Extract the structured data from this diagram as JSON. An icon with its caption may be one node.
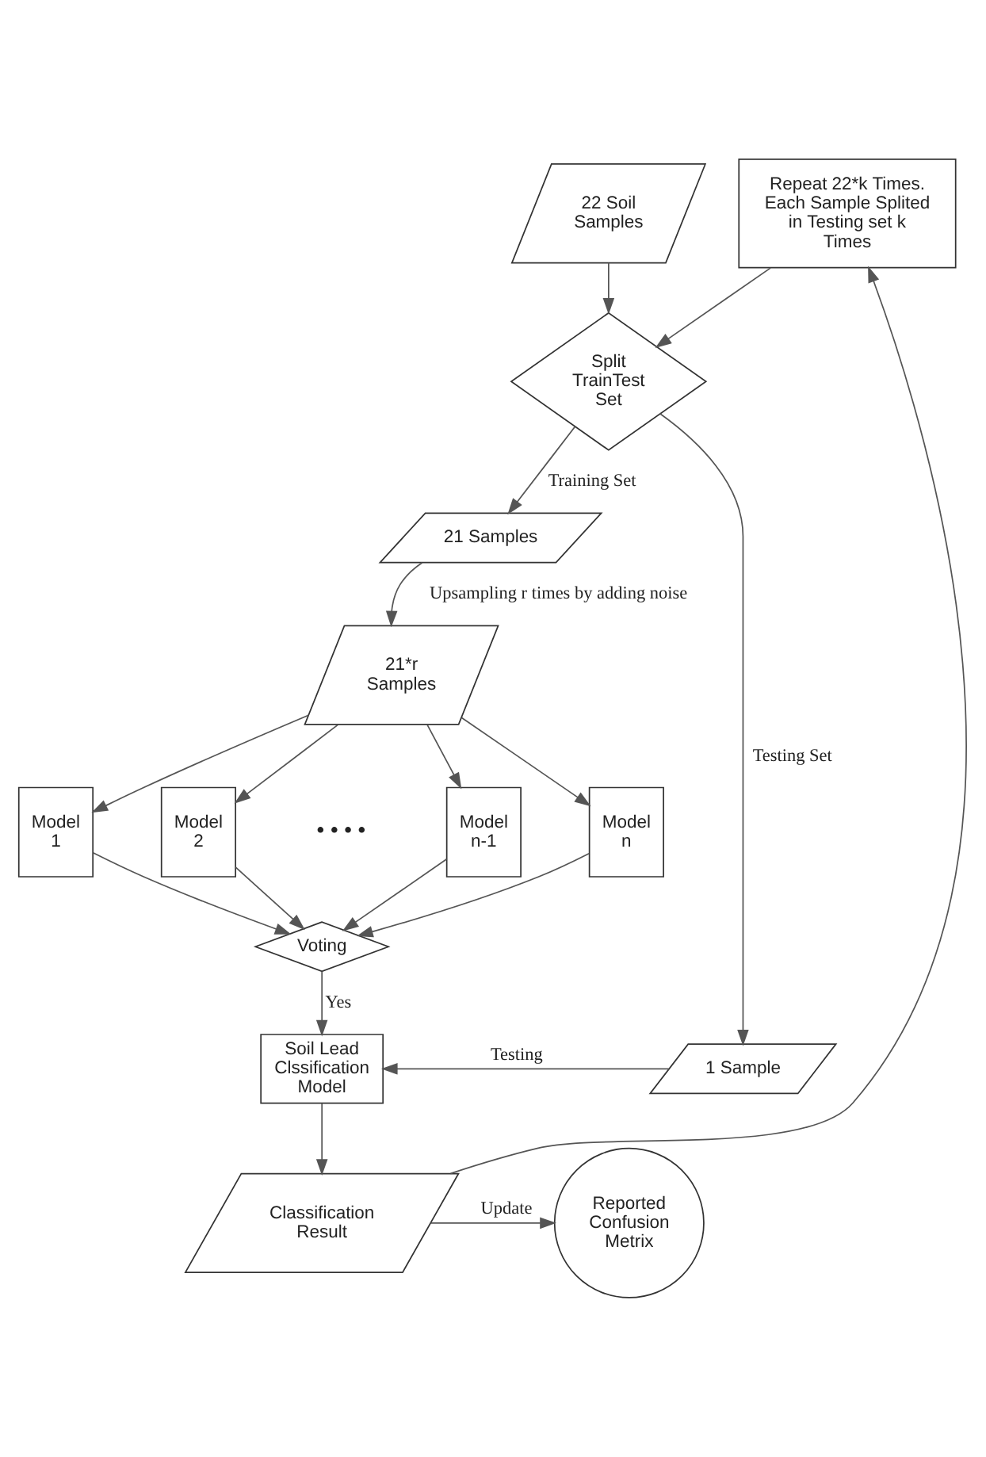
{
  "diagram": {
    "nodes": [
      {
        "text": [
          "22 Soil Samples"
        ]
      },
      {
        "text": [
          "Split TrainTest Set"
        ]
      },
      {
        "text": [
          "21 Samples"
        ]
      },
      {
        "text": [
          "21*r Samples"
        ]
      },
      {
        "text": [
          "Model 1"
        ]
      },
      {
        "text": [
          "Model 2"
        ]
      },
      {
        "text": [
          "Model n-1"
        ]
      },
      {
        "text": [
          "Model n"
        ]
      },
      {
        "text": [
          "Voting"
        ]
      },
      {
        "text": [
          "Soil Lead Clssification Model"
        ]
      },
      {
        "text": [
          "1 Sample"
        ]
      },
      {
        "text": [
          "Classification Result"
        ]
      },
      {
        "text": [
          "Reported Confusion Metrix"
        ]
      },
      {
        "text": [
          "Repeat 22*k Times. Each Sample Splited in Testing set k Times"
        ]
      }
    ],
    "edges": [
      {
        "from": 0,
        "to": 1,
        "arrow": "to"
      },
      {
        "from": 1,
        "to": 2,
        "arrow": "to",
        "label": "Training Set"
      },
      {
        "from": 1,
        "to": 10,
        "arrow": "to",
        "label": "Testing Set"
      },
      {
        "from": 2,
        "to": 3,
        "arrow": "to",
        "label": "Upsampling r times by adding noise"
      },
      {
        "from": 3,
        "to": 4,
        "arrow": "to"
      },
      {
        "from": 3,
        "to": 5,
        "arrow": "to"
      },
      {
        "from": 3,
        "to": 6,
        "arrow": "to"
      },
      {
        "from": 3,
        "to": 7,
        "arrow": "to"
      },
      {
        "from": 4,
        "to": 8,
        "arrow": "to"
      },
      {
        "from": 5,
        "to": 8,
        "arrow": "to"
      },
      {
        "from": 6,
        "to": 8,
        "arrow": "to"
      },
      {
        "from": 7,
        "to": 8,
        "arrow": "to"
      },
      {
        "from": 8,
        "to": 9,
        "arrow": "to",
        "label": "Yes"
      },
      {
        "from": 10,
        "to": 9,
        "arrow": "to",
        "label": "Testing"
      },
      {
        "from": 9,
        "to": 11,
        "arrow": "to"
      },
      {
        "from": 11,
        "to": 12,
        "arrow": "to",
        "label": "Update"
      },
      {
        "from": 11,
        "to": 13,
        "arrow": "to"
      },
      {
        "from": 13,
        "to": 1,
        "arrow": "to"
      }
    ],
    "labels": [
      "• • • •"
    ]
  }
}
